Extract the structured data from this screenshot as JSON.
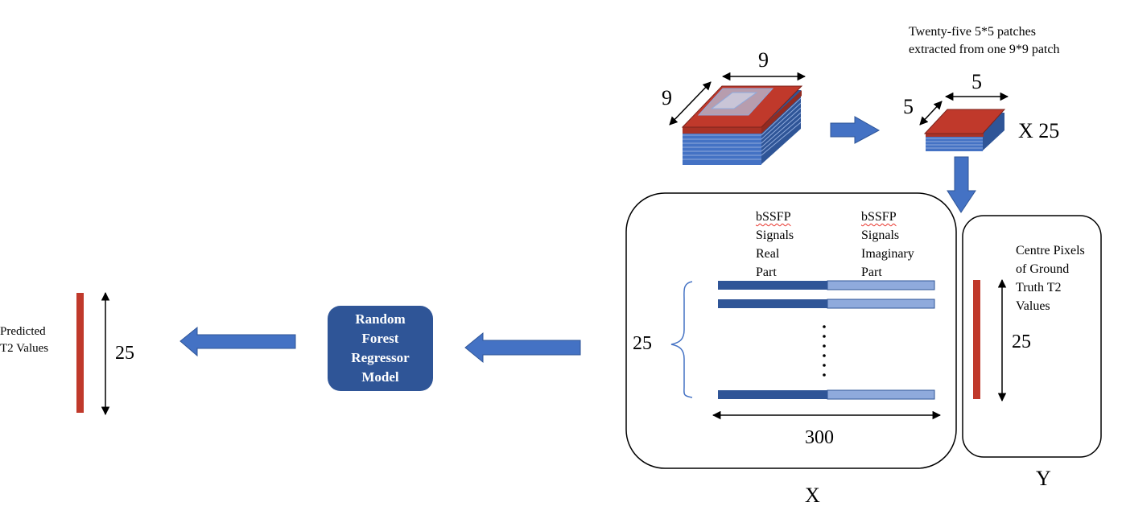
{
  "labels": {
    "patches_caption_line1": "Twenty-five 5*5 patches",
    "patches_caption_line2": "extracted from one 9*9 patch",
    "big_patch_width": "9",
    "big_patch_depth": "9",
    "small_patch_width": "5",
    "small_patch_depth": "5",
    "times_25": "X 25",
    "real_col_line1": "bSSFP",
    "real_col_line2": "Signals",
    "real_col_line3": "Real",
    "real_col_line4": "Part",
    "imag_col_line1": "bSSFP",
    "imag_col_line2": "Signals",
    "imag_col_line3": "Imaginary",
    "imag_col_line4": "Part",
    "x_rows": "25",
    "x_width": "300",
    "x_label": "X",
    "y_caption_line1": "Centre Pixels",
    "y_caption_line2": "of Ground",
    "y_caption_line3": "Truth T2",
    "y_caption_line4": "Values",
    "y_count": "25",
    "y_label": "Y",
    "model_line1": "Random",
    "model_line2": "Forest",
    "model_line3": "Regressor",
    "model_line4": "Model",
    "pred_line1": "Predicted",
    "pred_line2": "T2 Values",
    "pred_count": "25"
  },
  "colors": {
    "arrow_blue": "#4472c4",
    "dark_blue": "#2f5597",
    "light_blue": "#8faadc",
    "red": "#c0392b",
    "model_box": "#2f5597"
  }
}
